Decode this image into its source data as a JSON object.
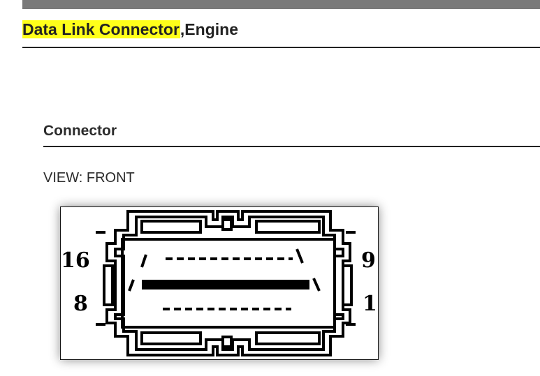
{
  "header": {
    "title_highlight": "Data Link Connector",
    "title_rest": ",Engine"
  },
  "section": {
    "heading": "Connector",
    "view_label": "VIEW: FRONT"
  },
  "connector": {
    "pin_top_left": "16",
    "pin_bottom_left": "8",
    "pin_top_right": "9",
    "pin_bottom_right": "1"
  },
  "colors": {
    "highlight": "#ffff1a",
    "top_bar": "#7a7a7a"
  }
}
